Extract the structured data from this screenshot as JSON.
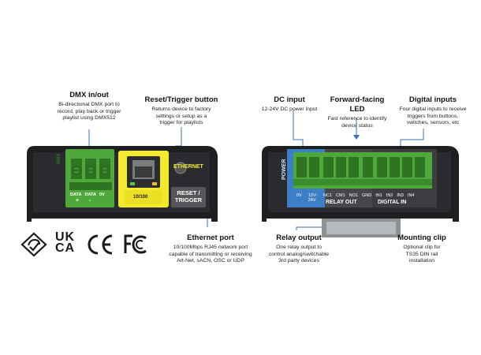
{
  "annotations": {
    "dmx": {
      "title": "DMX in/out",
      "desc": [
        "Bi-directional DMX port to",
        "record, play back or trigger",
        "playlist using DMX512"
      ]
    },
    "reset": {
      "title": "Reset/Trigger button",
      "desc": [
        "Returns device to factory",
        "settings or setup as a",
        "trigger for playlists"
      ]
    },
    "dc": {
      "title": "DC input",
      "desc": [
        "12-24V DC power input"
      ]
    },
    "led": {
      "title": "Forward-facing LED",
      "desc": [
        "Fast reference to identify",
        "device status"
      ]
    },
    "digital": {
      "title": "Digital inputs",
      "desc": [
        "Four digital inputs to receive",
        "triggers from buttons,",
        "switches, sensors, etc"
      ]
    },
    "ethernet": {
      "title": "Ethernet port",
      "desc": [
        "10/100Mbps RJ45 network port",
        "capable of transmitting or receiving",
        "Art-Net, sACN, OSC or UDP"
      ]
    },
    "relay": {
      "title": "Relay output",
      "desc": [
        "One relay output to",
        "control analog/switchable",
        "3rd party devices"
      ]
    },
    "clip": {
      "title": "Mounting clip",
      "desc": [
        "Optional clip for",
        "TS35 DIN rail",
        "installation"
      ]
    }
  },
  "left_device": {
    "dmx_label": "DMX",
    "dmx_pins": [
      "DATA",
      "DATA",
      "0V"
    ],
    "dmx_signs": [
      "+",
      "-"
    ],
    "port_label": "10/100",
    "ethernet_label": "ETHERNET",
    "reset_label": [
      "RESET /",
      "TRIGGER"
    ]
  },
  "right_device": {
    "power_label": "POWER",
    "power_pins": [
      "0V",
      "12V-\n24V"
    ],
    "relay_pins": [
      "NC1",
      "CM1",
      "NO1"
    ],
    "relay_label": "RELAY OUT",
    "digital_pins": [
      "GND",
      "IN1",
      "IN2",
      "IN3",
      "IN4"
    ],
    "digital_label": "DIGITAL IN"
  },
  "certifications": [
    "RCM-icon",
    "UKCA",
    "CE",
    "FC"
  ],
  "colors": {
    "accent": "#3a6fb5",
    "terminal_green": "#4ea83a",
    "ethernet_yellow": "#f3ea2d",
    "power_blue": "#3c7fc7",
    "body": "#1e1f21"
  }
}
